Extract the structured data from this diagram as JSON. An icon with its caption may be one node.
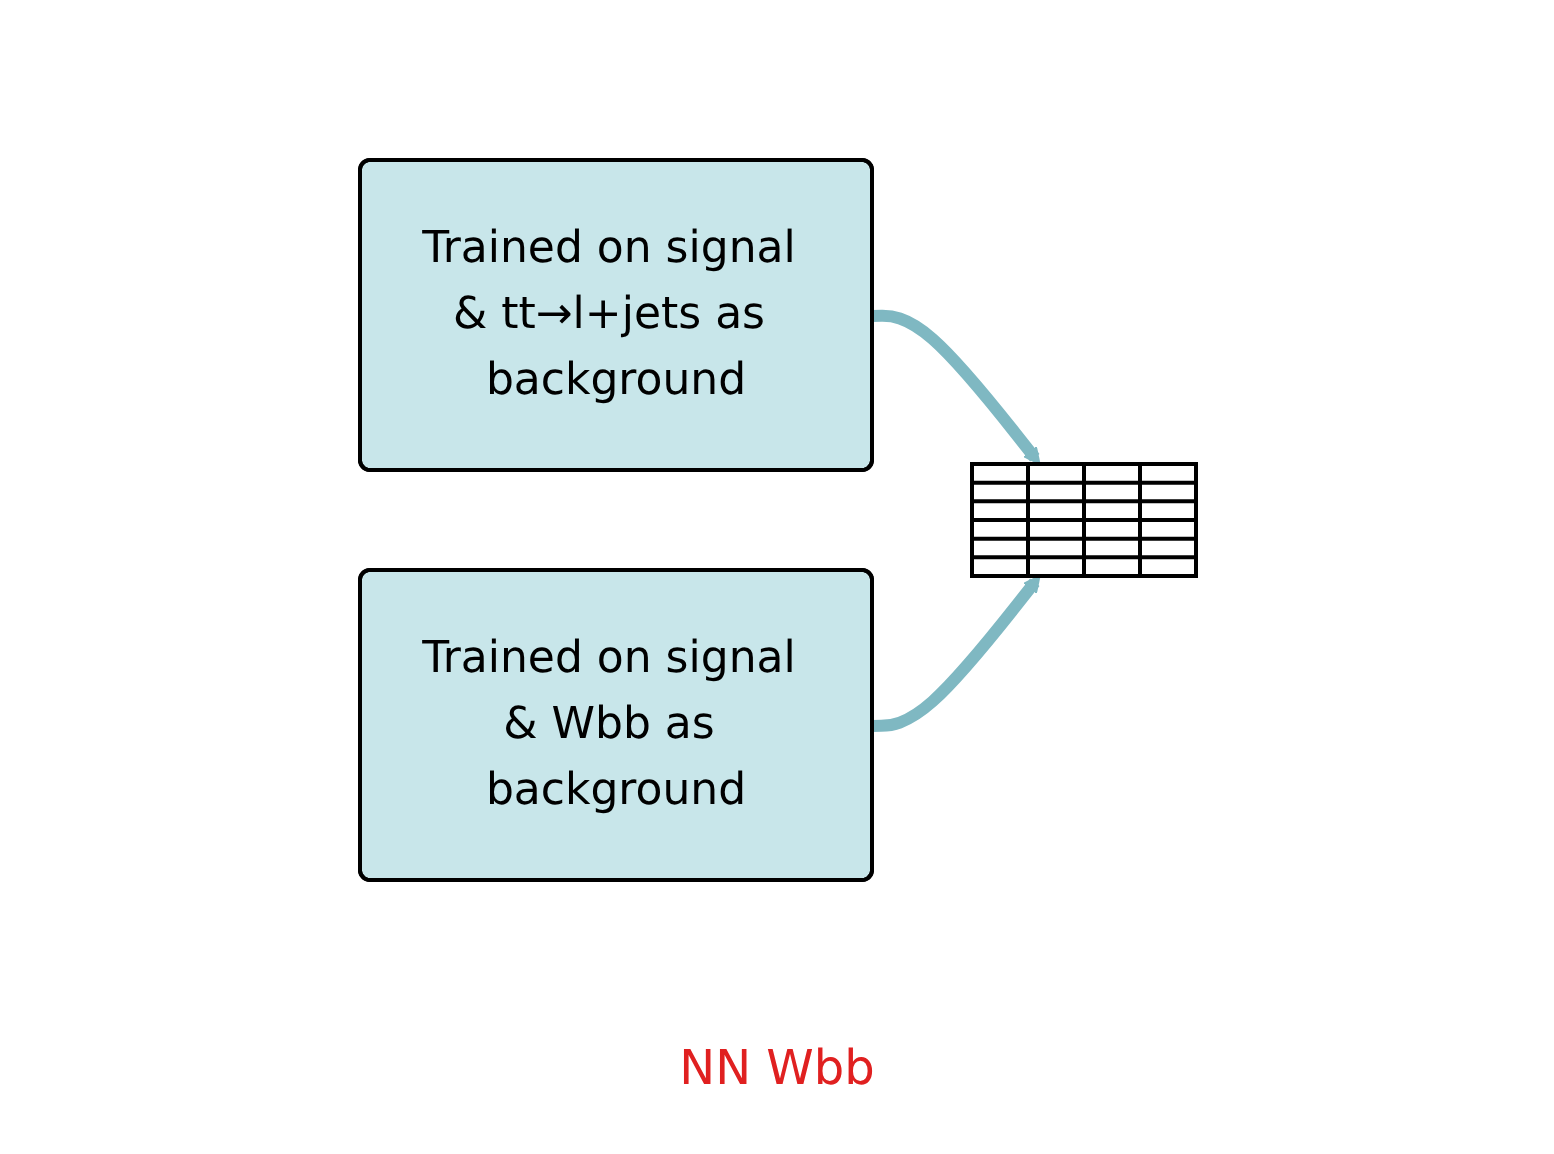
{
  "diagram": {
    "nodes": [
      {
        "text": [
          "Trained on signal & tt→l+jets as background"
        ]
      },
      {
        "text": [],
        "shape": "grid"
      },
      {
        "text": [
          "Trained on signal & Wbb as background"
        ]
      }
    ],
    "edges": [
      {
        "from": 0,
        "to": 1,
        "arrow": "to"
      },
      {
        "from": 2,
        "to": 1,
        "arrow": "to"
      }
    ],
    "labels": [
      "NN Wbb"
    ]
  }
}
